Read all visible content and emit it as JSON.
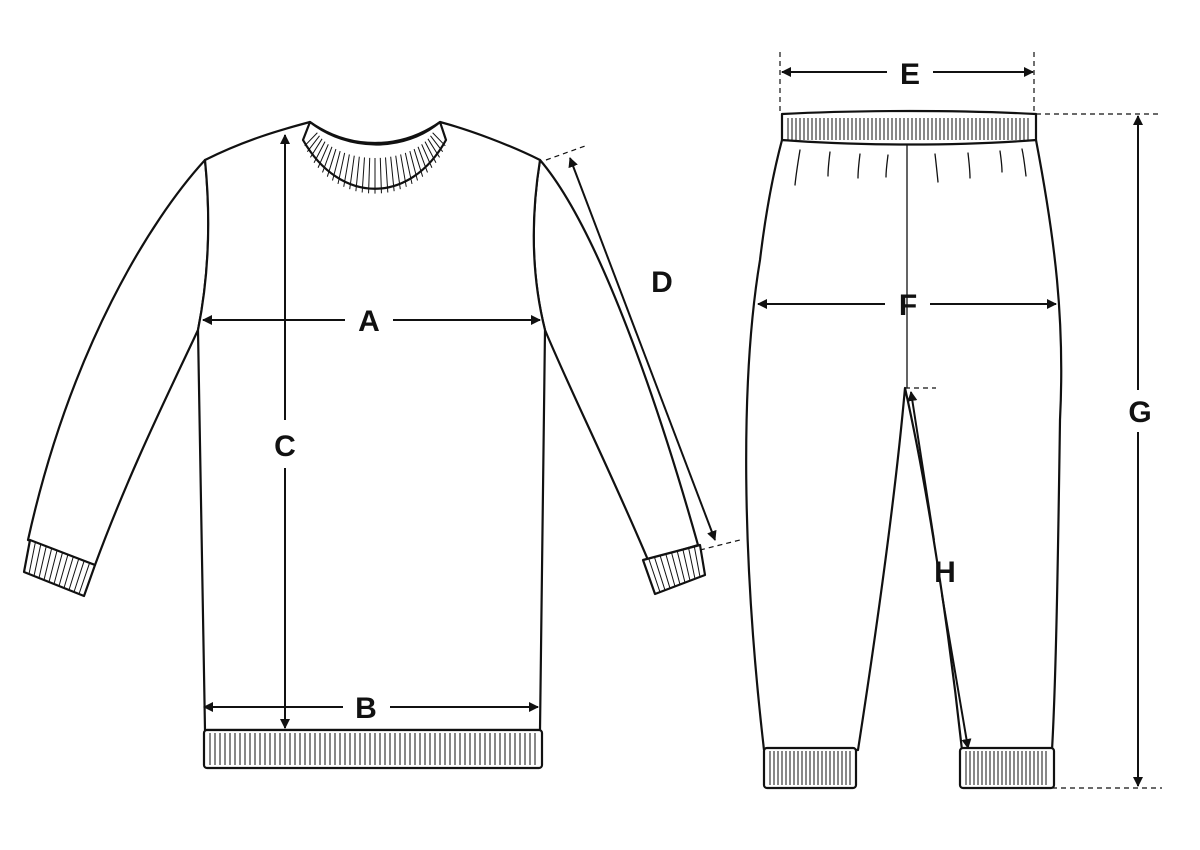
{
  "labels": {
    "a": "A",
    "b": "B",
    "c": "C",
    "d": "D",
    "e": "E",
    "f": "F",
    "g": "G",
    "h": "H"
  },
  "colors": {
    "line": "#111111",
    "fill": "#ffffff"
  }
}
